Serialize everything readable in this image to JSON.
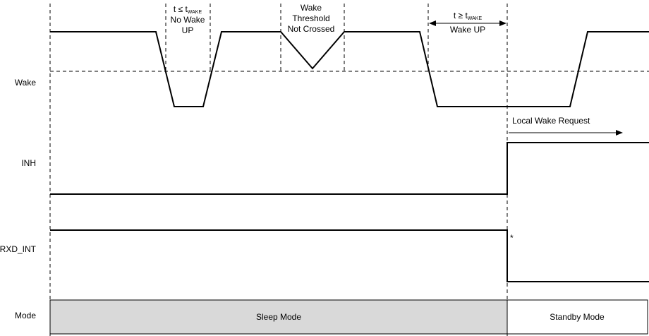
{
  "signals": {
    "wake": "Wake",
    "inh": "INH",
    "rxd_int": "RXD_INT",
    "mode": "Mode"
  },
  "annotations": {
    "short_pulse": {
      "line1_prefix": "t ≤ t",
      "line1_sub": "WAKE",
      "line2": "No Wake",
      "line3": "UP"
    },
    "threshold": {
      "line1": "Wake",
      "line2": "Threshold",
      "line3": "Not Crossed"
    },
    "long_pulse": {
      "line1_prefix": "t ≥ t",
      "line1_sub": "WAKE",
      "line2": "Wake UP"
    },
    "local_wake": "Local Wake Request",
    "asterisk": "*"
  },
  "modes": {
    "sleep": "Sleep Mode",
    "standby": "Standby Mode"
  },
  "colors": {
    "sleep_fill": "#d9d9d9",
    "standby_fill": "#ffffff",
    "line": "#000000"
  }
}
